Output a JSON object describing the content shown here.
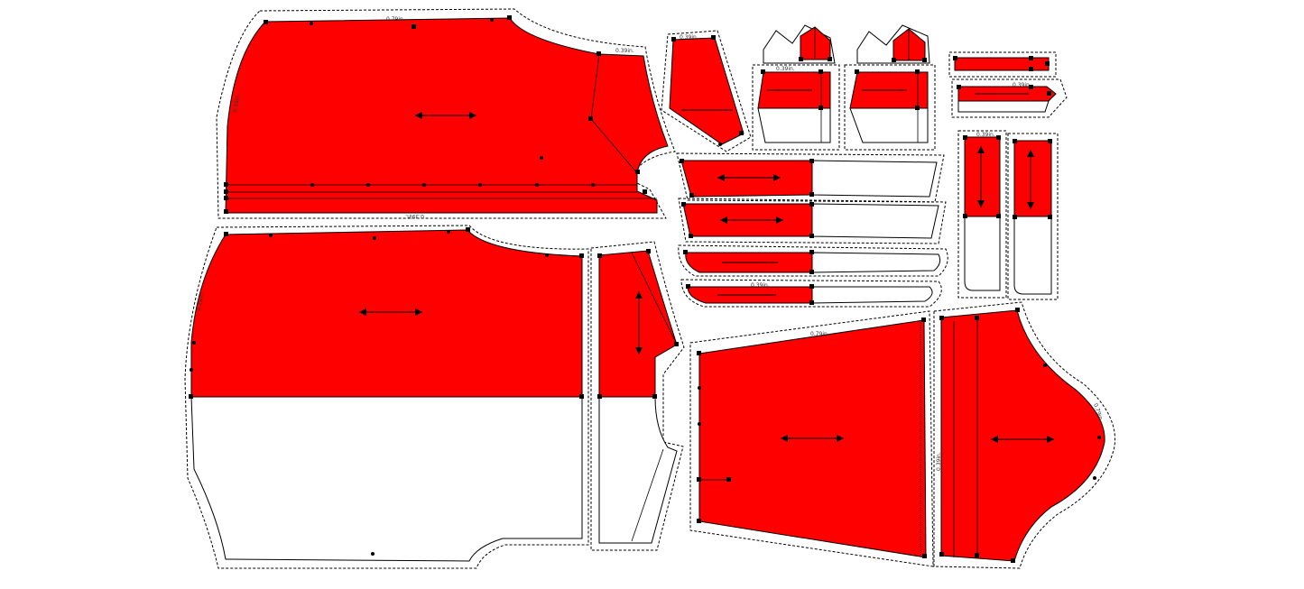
{
  "title": "",
  "colors": {
    "background": "#ffffff",
    "cut_fill": "#ff0000",
    "uncut_fill": "#ffffff",
    "stroke": "#000000"
  },
  "measurements": {
    "front_top": "0.79in.",
    "front_shoulder": "0.39in.",
    "front_side": "0.39in.",
    "front_bottom": "0.39in.",
    "back_side": "0.39in.",
    "collar_small_a": "0.39in.",
    "collar_small_b": "0.39in.",
    "cuff_a": "0.39in.",
    "strip_b": "0.39in.",
    "pocket_a": "0.39in.",
    "band_d": "0.39in.",
    "skirt_top": "0.79in.",
    "skirt_side": "0.39in.",
    "sleeve_cap": "0.79in.",
    "sleeve_side": "0.39in."
  },
  "pieces": [
    "front-bodice",
    "back-bodice",
    "side-panel",
    "yoke",
    "collar-a",
    "collar-b",
    "cuff-a",
    "cuff-b",
    "strip-a",
    "strip-b",
    "band-a",
    "band-b",
    "band-c",
    "band-d",
    "pocket-a",
    "pocket-b",
    "skirt-panel",
    "sleeve"
  ]
}
